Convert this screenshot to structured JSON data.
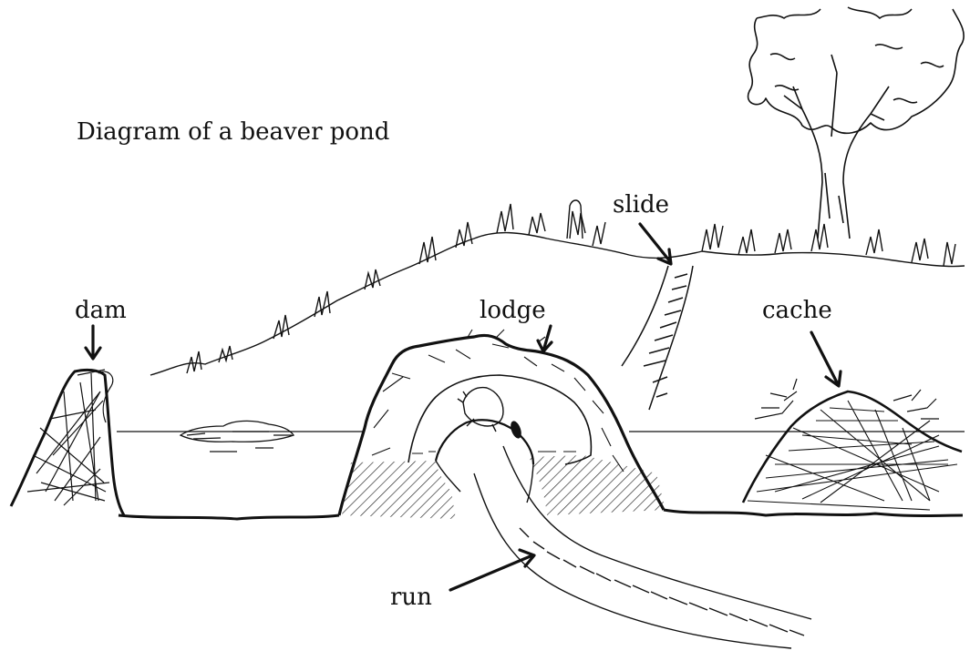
{
  "title": "Diagram of a beaver pond",
  "labels": {
    "dam": "dam",
    "lodge": "lodge",
    "slide": "slide",
    "cache": "cache",
    "run": "run"
  },
  "colors": {
    "ink": "#111111",
    "background": "#ffffff"
  }
}
